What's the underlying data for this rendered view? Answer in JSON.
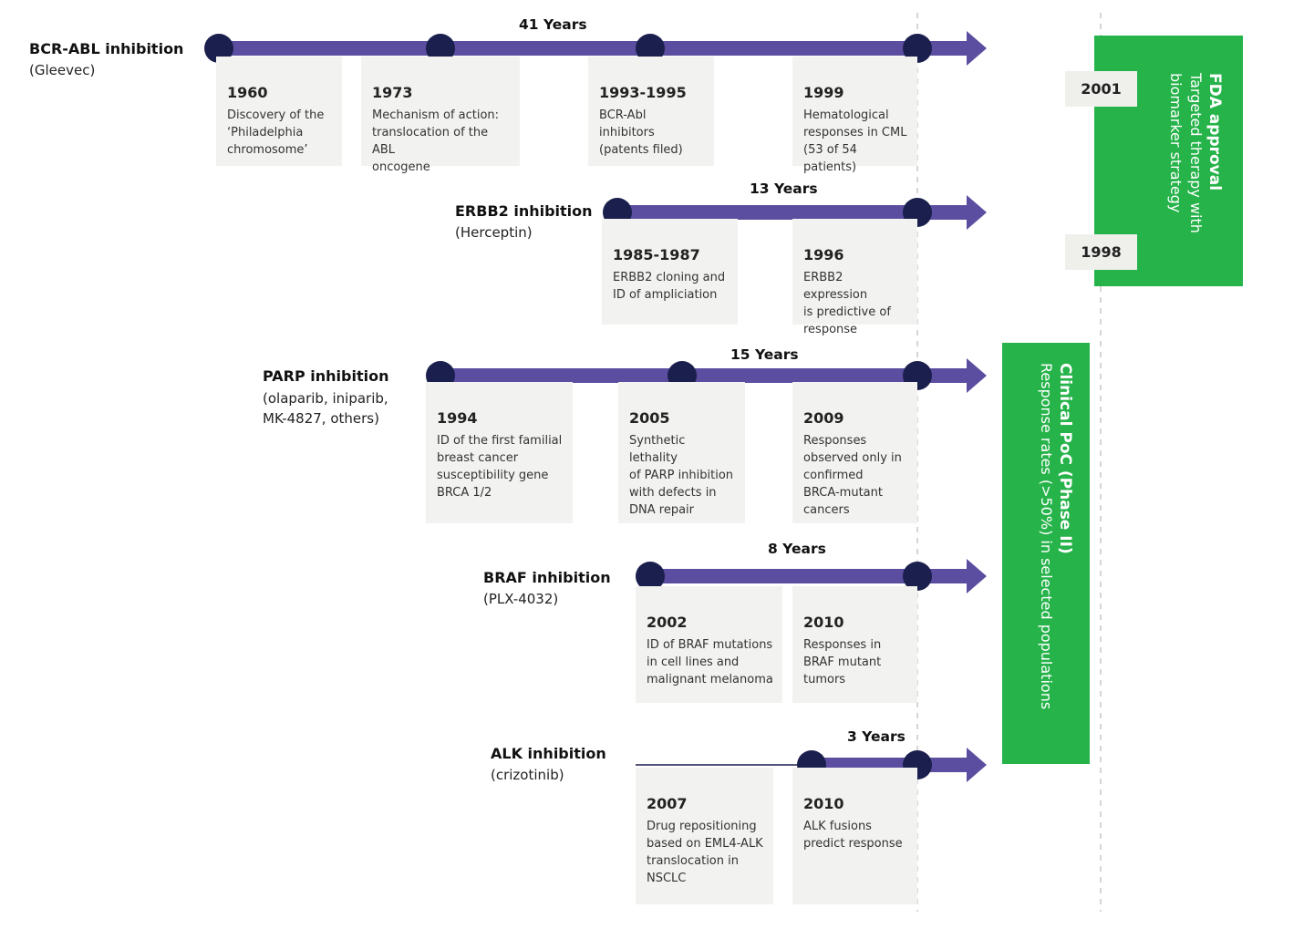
{
  "colors": {
    "line": "#5b4ea0",
    "dot": "#1b1f4d",
    "green": "#26b34a",
    "card": "#f2f2f0"
  },
  "rows": [
    {
      "name": "BCR-ABL inhibition",
      "sub": [
        "(Gleevec)"
      ],
      "years": "41 Years",
      "events": [
        {
          "year": "1960",
          "desc": [
            "Discovery of the",
            "‘Philadelphia",
            "chromosome’"
          ]
        },
        {
          "year": "1973",
          "desc": [
            "Mechanism of action:",
            "translocation of the ABL",
            "oncogene"
          ]
        },
        {
          "year": "1993-1995",
          "desc": [
            "BCR-Abl inhibitors",
            "(patents filed)"
          ]
        },
        {
          "year": "1999",
          "desc": [
            "Hematological",
            "responses in CML",
            "(53 of 54 patients)"
          ]
        }
      ]
    },
    {
      "name": "ERBB2 inhibition",
      "sub": [
        "(Herceptin)"
      ],
      "years": "13 Years",
      "events": [
        {
          "year": "1985-1987",
          "desc": [
            "ERBB2 cloning and",
            "ID of ampliciation"
          ]
        },
        {
          "year": "1996",
          "desc": [
            "ERBB2 expression",
            "is predictive of",
            "response"
          ]
        }
      ]
    },
    {
      "name": "PARP inhibition",
      "sub": [
        "(olaparib, iniparib,",
        "MK-4827, others)"
      ],
      "years": "15 Years",
      "events": [
        {
          "year": "1994",
          "desc": [
            "ID of the first familial",
            "breast cancer",
            "susceptibility gene",
            "BRCA 1/2"
          ]
        },
        {
          "year": "2005",
          "desc": [
            "Synthetic lethality",
            "of PARP inhibition",
            "with defects in",
            "DNA repair"
          ]
        },
        {
          "year": "2009",
          "desc": [
            "Responses",
            "observed only in",
            "confirmed",
            "BRCA-mutant",
            "cancers"
          ]
        }
      ]
    },
    {
      "name": "BRAF inhibition",
      "sub": [
        "(PLX-4032)"
      ],
      "years": "8 Years",
      "events": [
        {
          "year": "2002",
          "desc": [
            "ID of BRAF mutations",
            "in cell lines and",
            "malignant melanoma"
          ]
        },
        {
          "year": "2010",
          "desc": [
            "Responses in",
            "BRAF mutant",
            "tumors"
          ]
        }
      ]
    },
    {
      "name": "ALK inhibition",
      "sub": [
        "(crizotinib)"
      ],
      "years": "3 Years",
      "events": [
        {
          "year": "2007",
          "desc": [
            "Drug repositioning",
            "based on EML4-ALK",
            "translocation in",
            "NSCLC"
          ]
        },
        {
          "year": "2010",
          "desc": [
            "ALK fusions",
            "predict response"
          ]
        }
      ]
    }
  ],
  "fda": {
    "title": "FDA approval",
    "lines": [
      "Targeted therapy with",
      "biomarker strategy"
    ],
    "year_top": "2001",
    "year_bottom": "1998"
  },
  "poc": {
    "title": "Clinical PoC (Phase II)",
    "line": "Response rates (>50%) in selected populations"
  }
}
